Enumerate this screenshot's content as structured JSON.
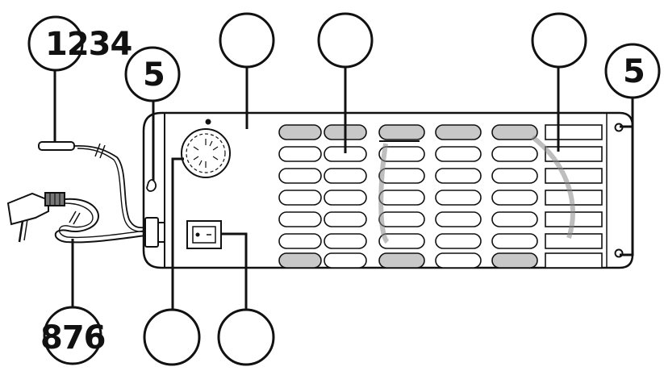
{
  "callouts": {
    "top_left": "1234",
    "left_small": "5",
    "right_small": "5",
    "bottom_left": "876",
    "top_center_1": "",
    "top_center_2": "",
    "top_right": "",
    "bottom_center_1": "",
    "bottom_center_2": ""
  },
  "colors": {
    "line": "#111111",
    "slot_shaded": "#c8c8c8",
    "slot_fill": "#ffffff",
    "background": "#ffffff"
  }
}
